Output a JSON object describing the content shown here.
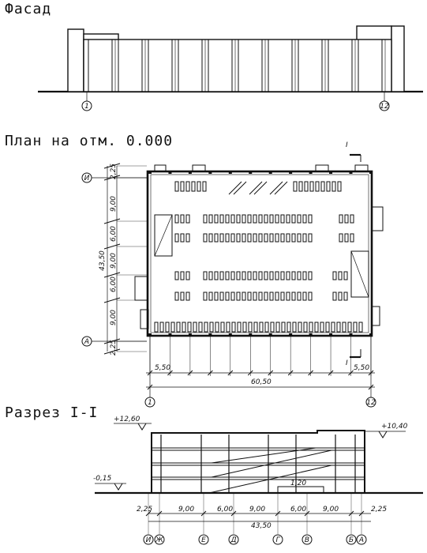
{
  "titles": {
    "facade": "Фасад",
    "plan": "План на отм. 0.000",
    "section": "Разрез I-I"
  },
  "facade": {
    "axis_left": "1",
    "axis_right": "12"
  },
  "plan": {
    "axis_top": "И",
    "axis_bottom": "А",
    "left_dims": [
      "2,25",
      "9,00",
      "6,00",
      "9,00",
      "6,00",
      "9,00",
      "2,25"
    ],
    "total_height": "43,50",
    "bottom_dims": {
      "left": "5,50",
      "right": "5,50",
      "total": "60,50"
    },
    "axis_left": "1",
    "axis_right": "12",
    "cut_mark_top": "I",
    "cut_mark_bottom": "I"
  },
  "section": {
    "elev_top_left": "+12,60",
    "elev_top_right": "+10,40",
    "elev_ground": "-0,15",
    "elev_inner": "1,20",
    "dims": [
      "2,25",
      "9,00",
      "6,00",
      "9,00",
      "6,00",
      "9,00",
      "2,25"
    ],
    "total": "43,50",
    "axes": [
      "И",
      "Ж",
      "Е",
      "Д",
      "Г",
      "В",
      "Б",
      "А"
    ]
  }
}
